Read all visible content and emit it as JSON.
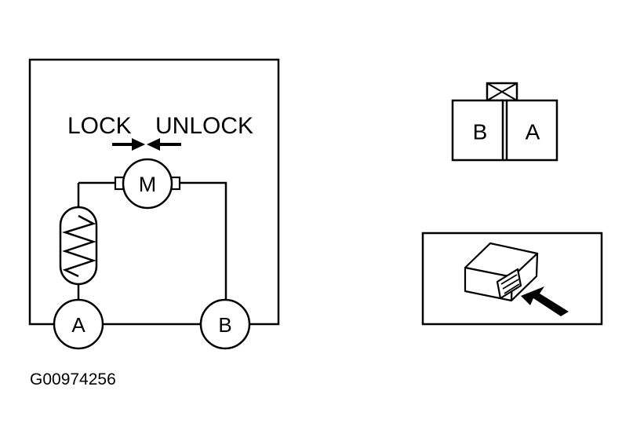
{
  "labels": {
    "lock": "LOCK",
    "unlock": "UNLOCK",
    "motor": "M",
    "terminal_a": "A",
    "terminal_b": "B",
    "connector_b": "B",
    "connector_a": "A",
    "figure_code": "G00974256"
  },
  "icons": [
    "lock-arrow-icon",
    "unlock-arrow-icon",
    "ptc-thermistor-icon",
    "motor-icon",
    "connector-latch-icon",
    "location-arrow-icon"
  ]
}
